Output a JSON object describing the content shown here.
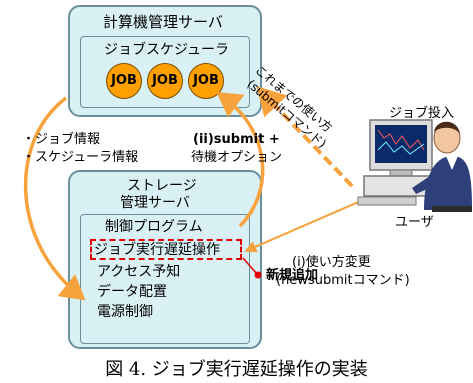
{
  "computer_server": {
    "title": "計算機管理サーバ",
    "scheduler": "ジョブスケジューラ",
    "jobs": [
      "JOB",
      "JOB",
      "JOB"
    ]
  },
  "storage_server": {
    "title_line1": "ストレージ",
    "title_line2": "管理サーバ",
    "items": [
      "制御プログラム",
      "ジョブ実行遅延操作",
      "アクセス予知",
      "データ配置",
      "電源制御"
    ]
  },
  "left_labels": [
    "・ジョブ情報",
    "・スケジューラ情報"
  ],
  "middle_label": {
    "line1": "(ii)submit +",
    "line2": "待機オプション"
  },
  "old_usage": {
    "line1": "これまでの使い方",
    "line2": "(submitコマンド)"
  },
  "new_usage": {
    "line1": "(i)使い方変更",
    "line2": "(newsubmitコマンド)"
  },
  "job_submit": "ジョブ投入",
  "user": "ユーザ",
  "new_addition": "新規追加",
  "caption": "図 4.  ジョブ実行遅延操作の実装",
  "colors": {
    "box_fill": "#d9f0f4",
    "arrow": "#f7a23c",
    "job": "#ffa000",
    "highlight": "#e00000"
  }
}
